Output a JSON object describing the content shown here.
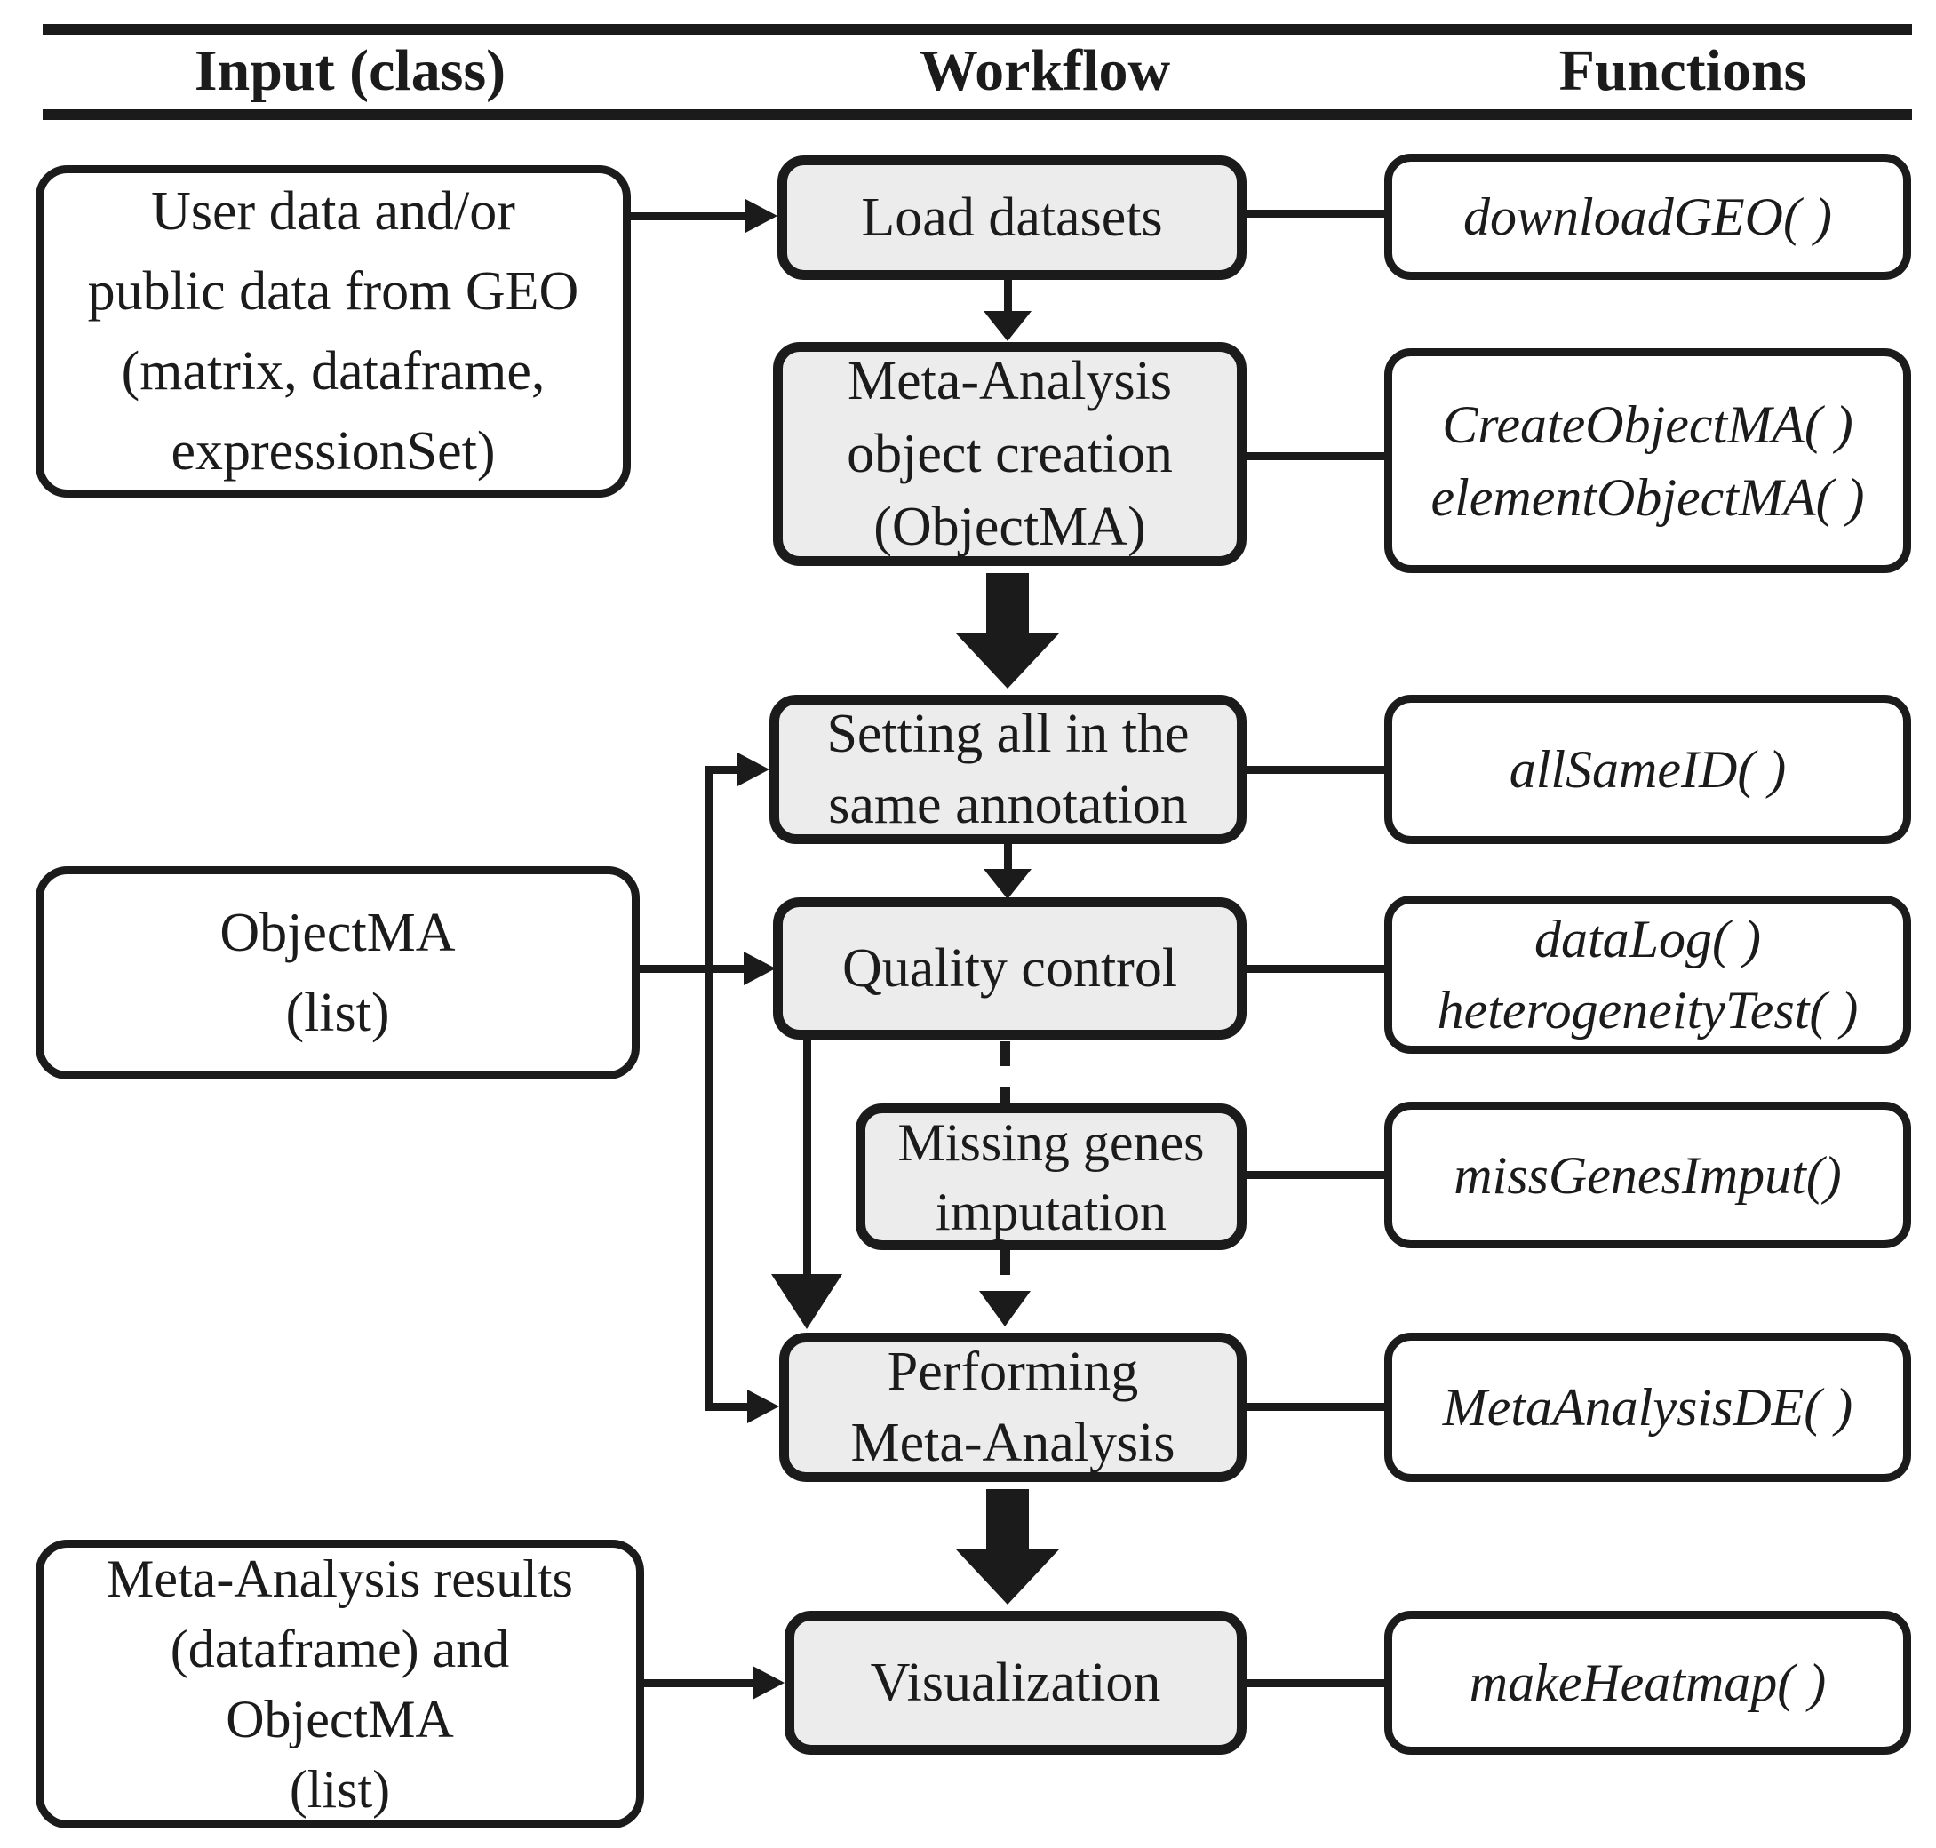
{
  "header": {
    "columns": [
      "Input (class)",
      "Workflow",
      "Functions"
    ]
  },
  "inputs": [
    {
      "lines": [
        "User data and/or",
        "public data from GEO",
        "(matrix, dataframe,",
        "expressionSet)"
      ]
    },
    {
      "lines": [
        "ObjectMA",
        "(list)"
      ]
    },
    {
      "lines": [
        "Meta-Analysis results",
        "(dataframe) and",
        "ObjectMA",
        "(list)"
      ]
    }
  ],
  "workflow": [
    {
      "lines": [
        "Load datasets"
      ]
    },
    {
      "lines": [
        "Meta-Analysis",
        "object creation",
        "(ObjectMA)"
      ]
    },
    {
      "lines": [
        "Setting all in the",
        "same annotation"
      ]
    },
    {
      "lines": [
        "Quality control"
      ]
    },
    {
      "lines": [
        "Missing genes",
        "imputation"
      ]
    },
    {
      "lines": [
        "Performing",
        "Meta-Analysis"
      ]
    },
    {
      "lines": [
        "Visualization"
      ]
    }
  ],
  "functions": [
    {
      "lines": [
        "downloadGEO( )"
      ]
    },
    {
      "lines": [
        "CreateObjectMA( )",
        "elementObjectMA( )"
      ]
    },
    {
      "lines": [
        "allSameID( )"
      ]
    },
    {
      "lines": [
        "dataLog( )",
        "heterogeneityTest( )"
      ]
    },
    {
      "lines": [
        "missGenesImput()"
      ]
    },
    {
      "lines": [
        "MetaAnalysisDE( )"
      ]
    },
    {
      "lines": [
        "makeHeatmap( )"
      ]
    }
  ],
  "colors": {
    "line": "#1b1b1b",
    "box_fill": "#ececec",
    "bg": "#ffffff"
  }
}
